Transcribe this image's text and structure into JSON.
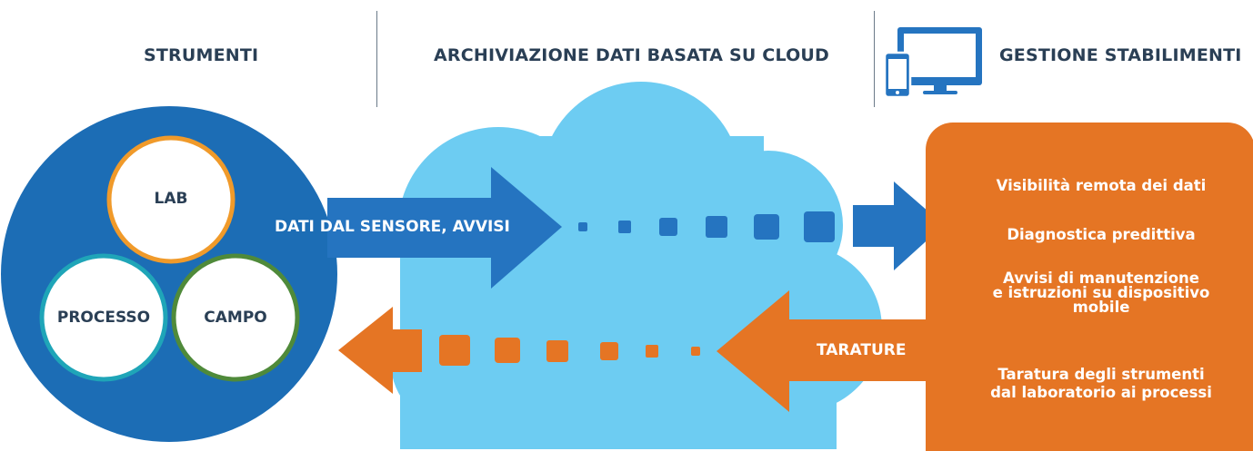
{
  "headers": {
    "strumenti": "STRUMENTI",
    "cloud": "ARCHIVIAZIONE DATI BASATA SU CLOUD",
    "gestione": "GESTIONE STABILIMENTI"
  },
  "icons": {
    "devices": "tablet-and-monitor-icon"
  },
  "instruments": {
    "lab": "LAB",
    "processo": "PROCESSO",
    "campo": "CAMPO"
  },
  "arrows": {
    "upstream_label": "DATI DAL SENSORE, AVVISI",
    "downstream_label": "TARATURE"
  },
  "panel": {
    "items": [
      "Visibilità remota dei dati",
      "Diagnostica predittiva",
      "Avvisi di manutenzione\ne istruzioni su dispositivo\nmobile",
      "Taratura degli strumenti\ndal laboratorio ai processi"
    ]
  },
  "colors": {
    "dark_blue": "#1c6db5",
    "mid_blue": "#2574c0",
    "cloud_blue": "#6dccf2",
    "orange": "#e57524",
    "lab_ring": "#f09a2a",
    "processo_ring": "#1fa5b8",
    "campo_ring": "#4f8a3a",
    "header_text": "#2a3f55"
  }
}
